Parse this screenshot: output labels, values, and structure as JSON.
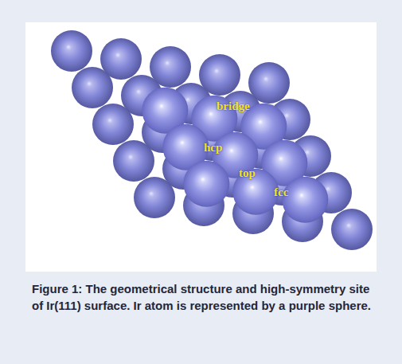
{
  "diagram": {
    "caption": "Figure 1: The geometrical structure and high-symmetry site of Ir(111) surface. Ir atom is represented by a purple sphere.",
    "labels": [
      "bridge",
      "hcp",
      "top",
      "fcc"
    ]
  }
}
